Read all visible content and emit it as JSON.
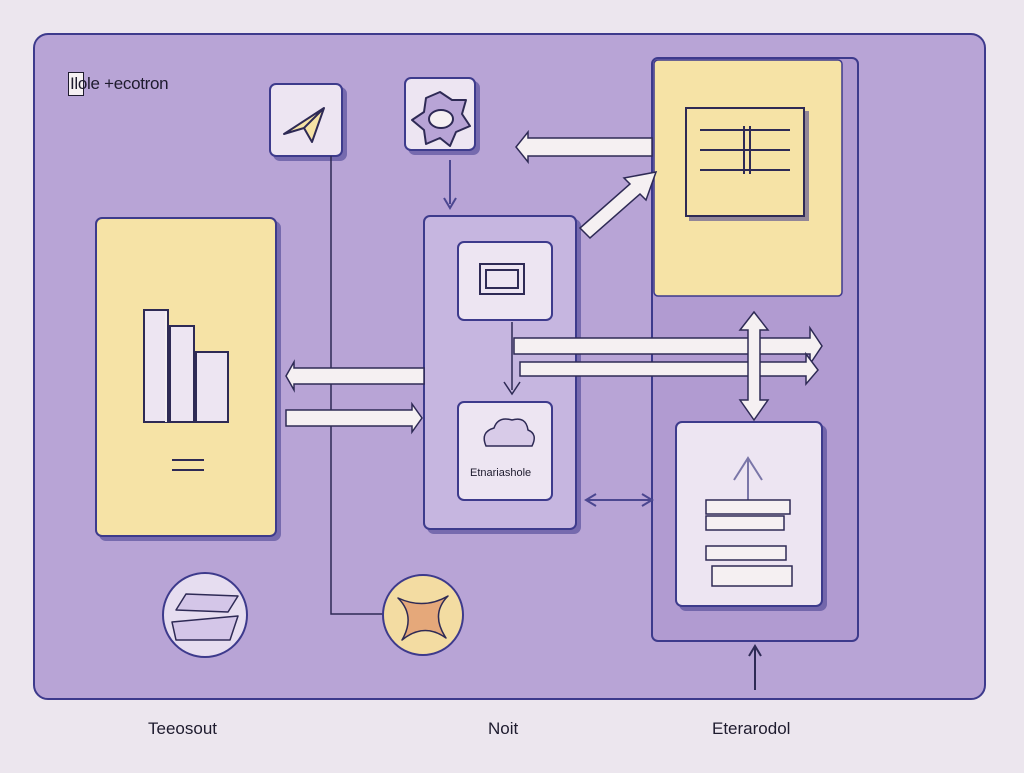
{
  "diagram": {
    "title": "Ilole +ecotron",
    "cloud_box_label": "Etnariashole",
    "bottom_labels": [
      "Teeosout",
      "Noit",
      "Eterarodol"
    ]
  },
  "colors": {
    "background": "#ECE6EE",
    "panel": "#B8A4D6",
    "panel_border": "#3D3A8C",
    "yellow_card": "#F6E3A6",
    "light_card": "#EDE5F2",
    "ink": "#2E2A55",
    "arrow_fill": "#F5F0F2",
    "x_circle": "#F3DCA2"
  }
}
